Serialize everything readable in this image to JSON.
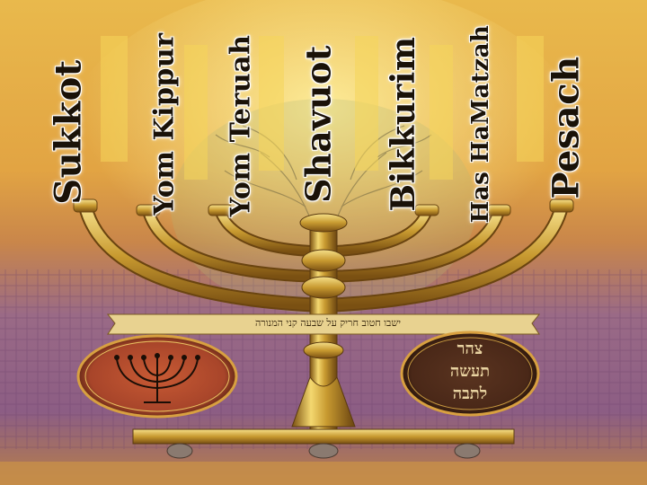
{
  "feasts": [
    {
      "name": "Sukkot"
    },
    {
      "name": "Yom Kippur"
    },
    {
      "name": "Yom Teruah"
    },
    {
      "name": "Shavuot"
    },
    {
      "name": "Bikkurim"
    },
    {
      "name": "Has HaMatzah"
    },
    {
      "name": "Pesach"
    }
  ],
  "scroll": {
    "text": "ישבו חטוב חריק על שבעה קני המנורה"
  },
  "medallion_right": {
    "lines": [
      "צהר",
      "תעשה",
      "לתבה"
    ]
  },
  "colors": {
    "gold": "#c8a030",
    "background_top": "#e8b84a",
    "background_bottom": "#8a5a8a",
    "medallion_left": "#b04a2a",
    "medallion_right": "#4a2a18"
  }
}
